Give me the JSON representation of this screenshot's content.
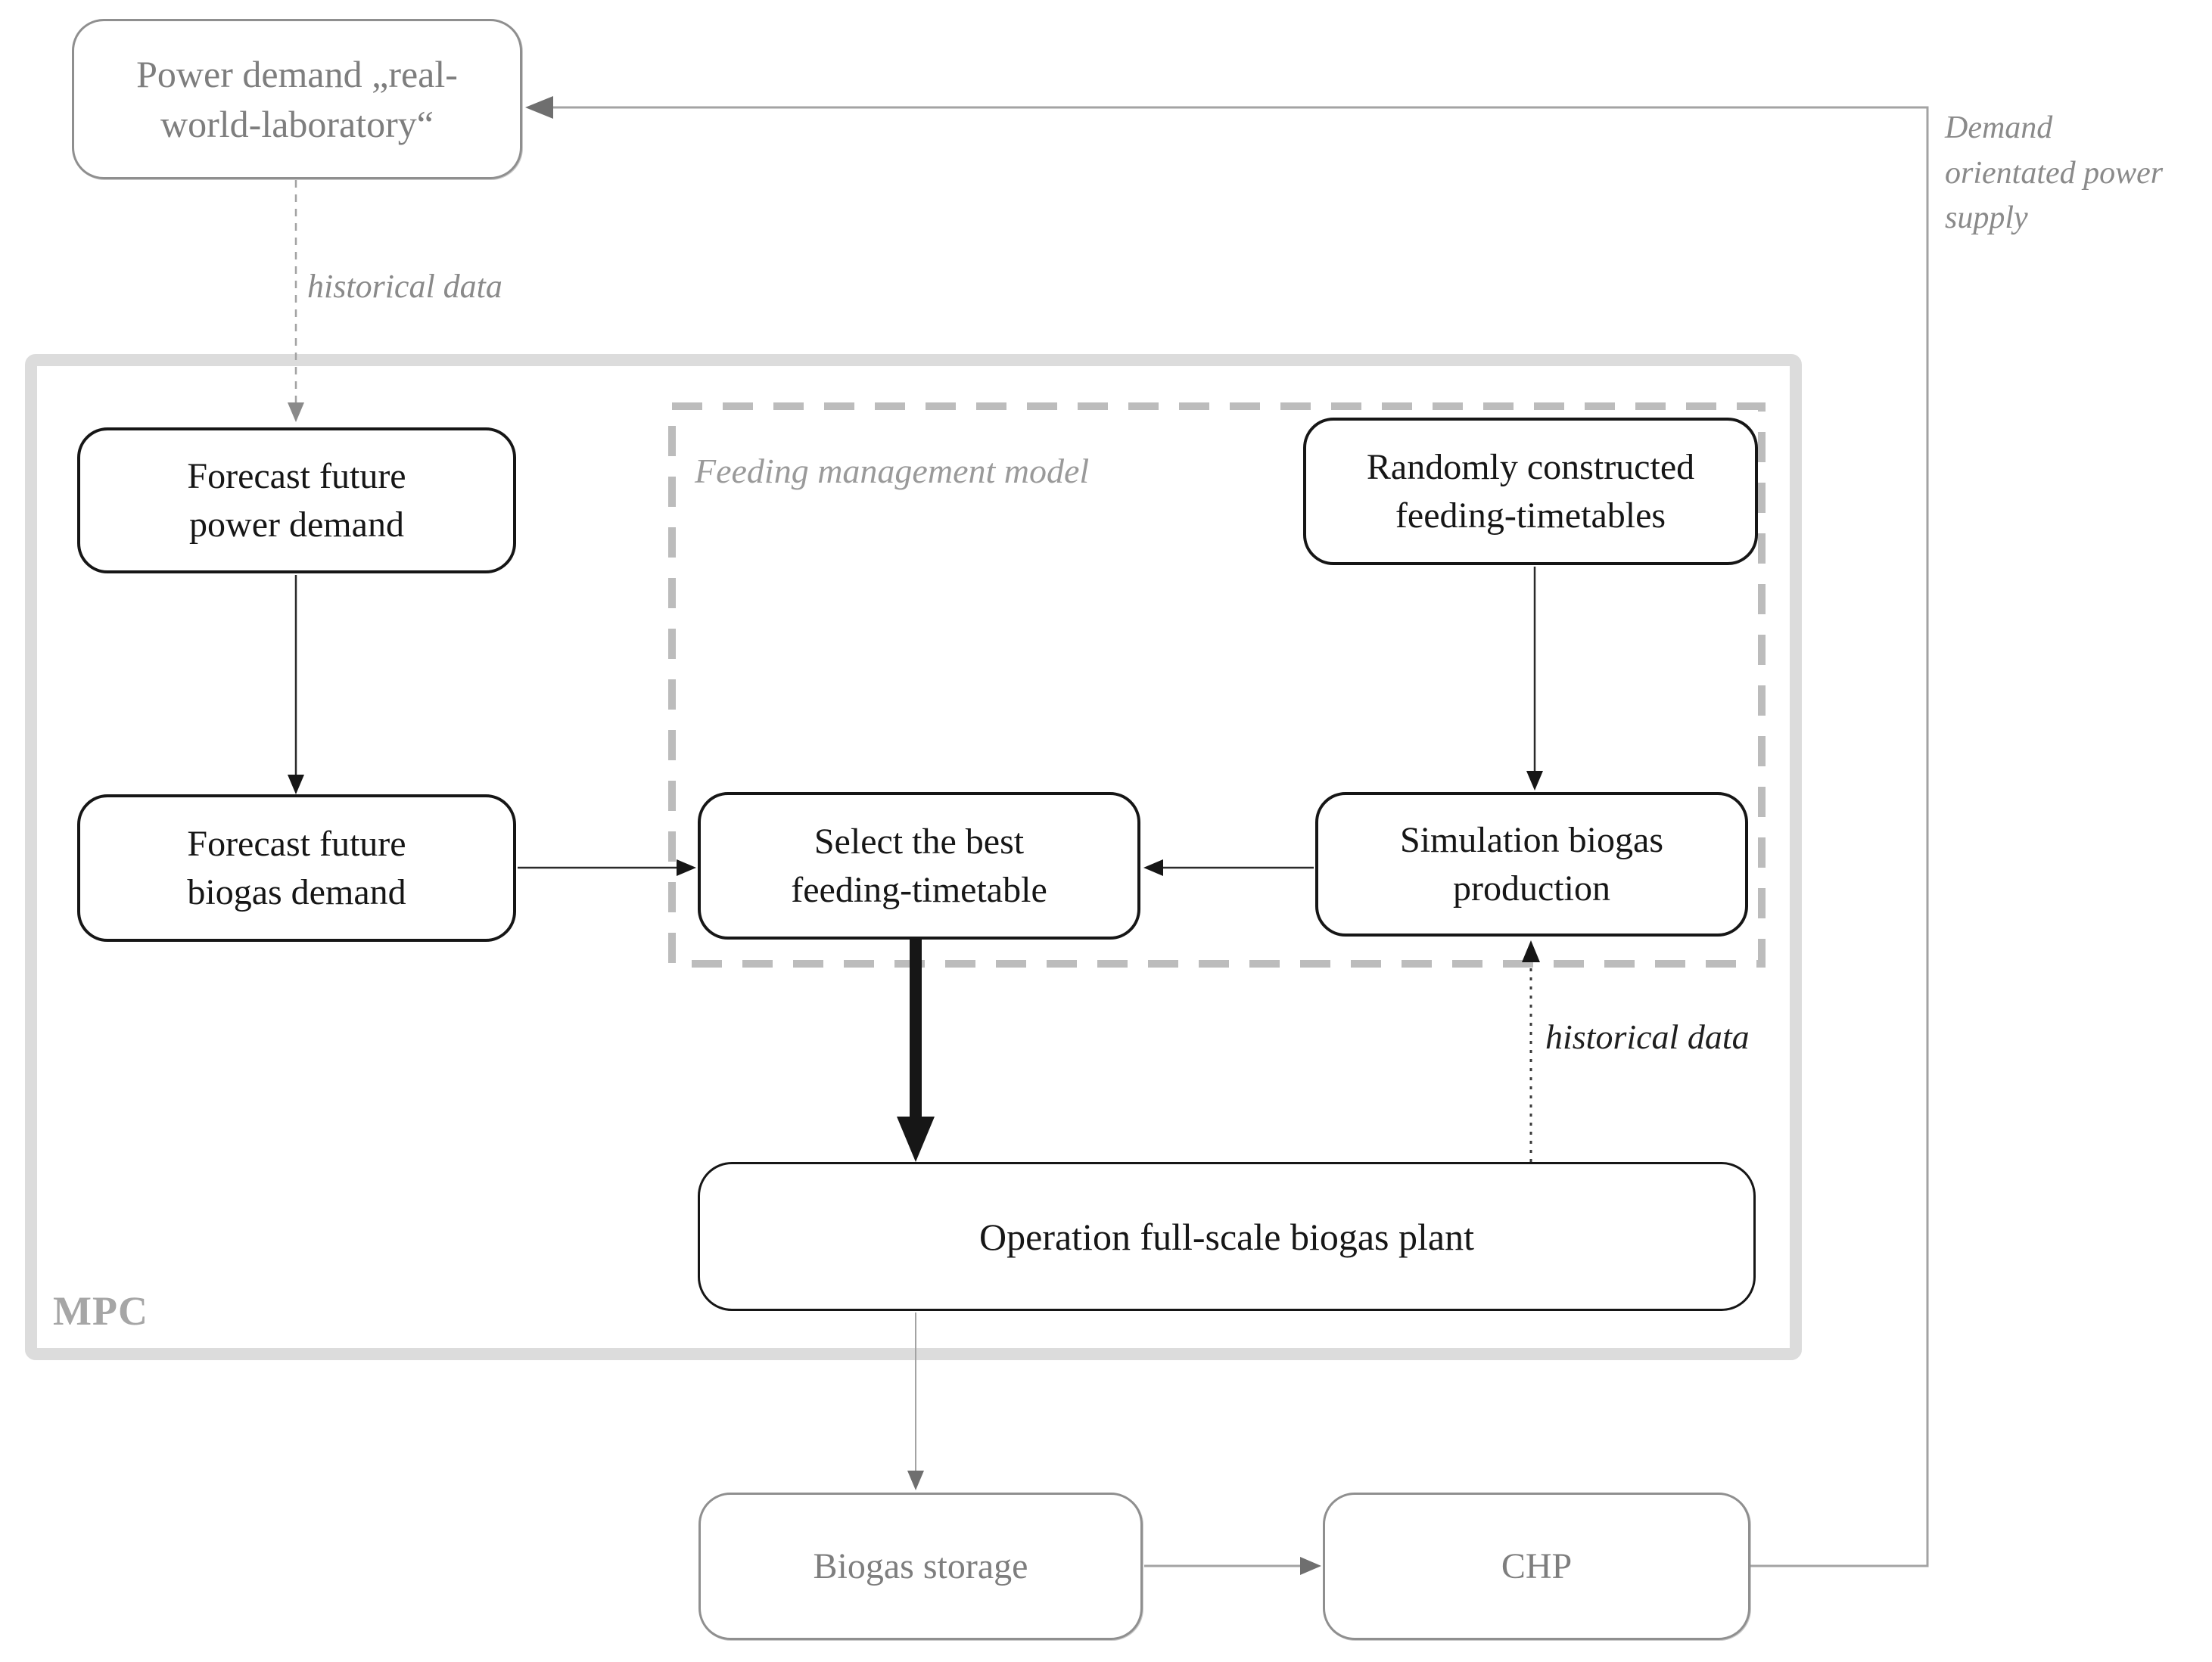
{
  "title": "MPC biogas plant control flow diagram",
  "theme": {
    "ink": "#161616",
    "gray_border": "#8f8f8f",
    "gray_text": "#7e7e7e",
    "band": "#dcdcdc",
    "dash": "#bcbcbc",
    "line_gray": "#a3a3a3",
    "arrow_gray": "#6f6f6f",
    "annot_gray": "#8a8a8a",
    "mpc_label": "#a6a6a6",
    "bg": "#ffffff"
  },
  "nodes": {
    "power_demand": {
      "label": "Power demand „real-\nworld-laboratory“"
    },
    "forecast_power": {
      "label": "Forecast future\npower demand"
    },
    "forecast_biogas": {
      "label": "Forecast future\nbiogas demand"
    },
    "random_timetables": {
      "label": "Randomly constructed\nfeeding-timetables"
    },
    "select_best": {
      "label": "Select the best\nfeeding-timetable"
    },
    "simulation": {
      "label": "Simulation biogas\nproduction"
    },
    "operation": {
      "label": "Operation full-scale biogas plant"
    },
    "biogas_storage": {
      "label": "Biogas storage"
    },
    "chp": {
      "label": "CHP"
    }
  },
  "containers": {
    "mpc": {
      "label": "MPC"
    },
    "feeding_model": {
      "label": "Feeding management model"
    }
  },
  "annotations": {
    "historical_data_top": "historical data",
    "historical_data_bottom": "historical data",
    "demand_supply": "Demand\norientated power\nsupply"
  }
}
